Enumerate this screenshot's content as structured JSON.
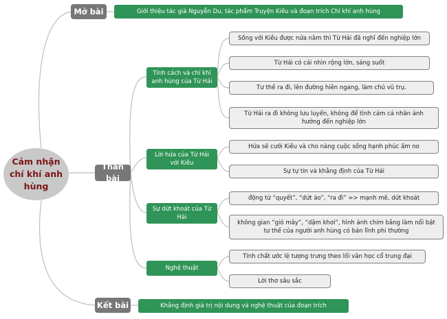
{
  "central": "Cảm nhận chí khí anh hùng",
  "sections": {
    "mo_bai": {
      "label": "Mở bài",
      "summary": "Giới thiệu tác giả Nguyễn Du, tác phẩm Truyện Kiều và đoạn trích Chí khí anh hùng"
    },
    "than_bai": {
      "label": "Thân bài",
      "groups": [
        {
          "label": "Tính cách và chí khí anh hùng của Từ Hải",
          "items": [
            "Sống với Kiều được nửa năm thì Từ Hải đã nghĩ đến nghiệp lớn",
            "Từ Hải có cái nhìn rộng lớn, sáng suốt",
            "Tư thế ra đi, lên đường hiên ngang, làm chủ vũ trụ.",
            "Từ Hải ra đi không lưu luyến, không để tình cảm cá nhân ảnh hưởng đến nghiệp lớn"
          ]
        },
        {
          "label": "Lời hứa của Từ Hải với Kiều",
          "items": [
            "Hứa sẽ cưới Kiều và cho nàng cuộc sống hạnh phúc ấm no",
            "Sự tự tin và khẳng định của Từ Hải"
          ]
        },
        {
          "label": "Sự dứt khoát của Từ Hải",
          "items": [
            "động từ “quyết”, “dứt áo”, “ra đi” => mạnh mẽ, dứt khoát",
            "không gian “gió mây”, “dặm khơi”, hình ảnh chim bằng làm nổi bật tư thế của người anh hùng có bản lĩnh phi thường"
          ]
        },
        {
          "label": "Nghệ thuật",
          "items": [
            "Tính chất ước lệ tượng trưng theo lối văn học cổ trung đại",
            "Lời thơ sâu sắc"
          ]
        }
      ]
    },
    "ket_bai": {
      "label": "Kết bài",
      "summary": "Khẳng định giá trị nội dung và nghệ thuật của đoạn trích"
    }
  },
  "colors": {
    "branch_green": "#2f9457",
    "section_grey": "#777777",
    "central_bg": "#c9c9c9",
    "central_text": "#7a1515",
    "leaf_bg": "#eeeeee",
    "line": "#bdbdbd"
  }
}
